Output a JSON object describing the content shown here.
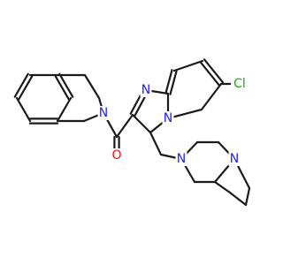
{
  "colors": {
    "bond": "#1a1a1a",
    "carbon": "#1a1a1a",
    "nitrogen": "#2222ee",
    "oxygen": "#ee1111",
    "chlorine": "#11aa11",
    "background": "#ffffff"
  },
  "atoms": [
    {
      "id": "Cl",
      "element": "Cl",
      "label": "Cl"
    },
    {
      "id": "N_imine",
      "element": "N",
      "label": "N"
    },
    {
      "id": "N_bridge",
      "element": "N",
      "label": "N"
    },
    {
      "id": "N_isoq",
      "element": "N",
      "label": "N"
    },
    {
      "id": "O_carbonyl",
      "element": "O",
      "label": "O"
    },
    {
      "id": "N_pip",
      "element": "N",
      "label": "N"
    },
    {
      "id": "N_pyrr",
      "element": "N",
      "label": "N"
    }
  ]
}
